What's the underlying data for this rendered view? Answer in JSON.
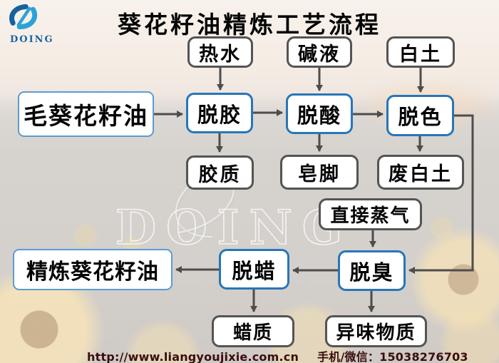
{
  "page": {
    "title": "葵花籽油精炼工艺流程"
  },
  "logo": {
    "text": "DOING"
  },
  "watermark": {
    "text": "DOING"
  },
  "colors": {
    "process_border_blue": "#2776b9",
    "io_border_blue": "#5b9bd5",
    "box_border_gray": "#545454",
    "arrow_gray": "#4d4d4d",
    "footer_text": "#3a0e0e",
    "logo_blue": "#1b63a8",
    "logo_light_blue": "#2aa2d8"
  },
  "flowchart": {
    "nodes": {
      "hot_water": {
        "label": "热水"
      },
      "alkali": {
        "label": "碱液"
      },
      "clay": {
        "label": "白土"
      },
      "crude_oil": {
        "label": "毛葵花籽油"
      },
      "degumming": {
        "label": "脱胶"
      },
      "deacidification": {
        "label": "脱酸"
      },
      "decolorization": {
        "label": "脱色"
      },
      "gum": {
        "label": "胶质"
      },
      "soapstock": {
        "label": "皂脚"
      },
      "waste_clay": {
        "label": "废白土"
      },
      "direct_steam": {
        "label": "直接蒸气"
      },
      "refined_oil": {
        "label": "精炼葵花籽油"
      },
      "dewaxing": {
        "label": "脱蜡"
      },
      "deodorization": {
        "label": "脱臭"
      },
      "wax": {
        "label": "蜡质"
      },
      "odor_substances": {
        "label": "异味物质"
      }
    },
    "edges": [
      {
        "from": "hot_water",
        "to": "degumming"
      },
      {
        "from": "alkali",
        "to": "deacidification"
      },
      {
        "from": "clay",
        "to": "decolorization"
      },
      {
        "from": "crude_oil",
        "to": "degumming"
      },
      {
        "from": "degumming",
        "to": "deacidification"
      },
      {
        "from": "deacidification",
        "to": "decolorization"
      },
      {
        "from": "degumming",
        "to": "gum"
      },
      {
        "from": "deacidification",
        "to": "soapstock"
      },
      {
        "from": "decolorization",
        "to": "waste_clay"
      },
      {
        "from": "decolorization",
        "to": "deodorization"
      },
      {
        "from": "direct_steam",
        "to": "deodorization"
      },
      {
        "from": "deodorization",
        "to": "dewaxing"
      },
      {
        "from": "dewaxing",
        "to": "refined_oil"
      },
      {
        "from": "dewaxing",
        "to": "wax"
      },
      {
        "from": "deodorization",
        "to": "odor_substances"
      }
    ]
  },
  "footer": {
    "url": "http://www.liangyoujixie.com.cn",
    "phone": "手机/微信：15038276703"
  }
}
